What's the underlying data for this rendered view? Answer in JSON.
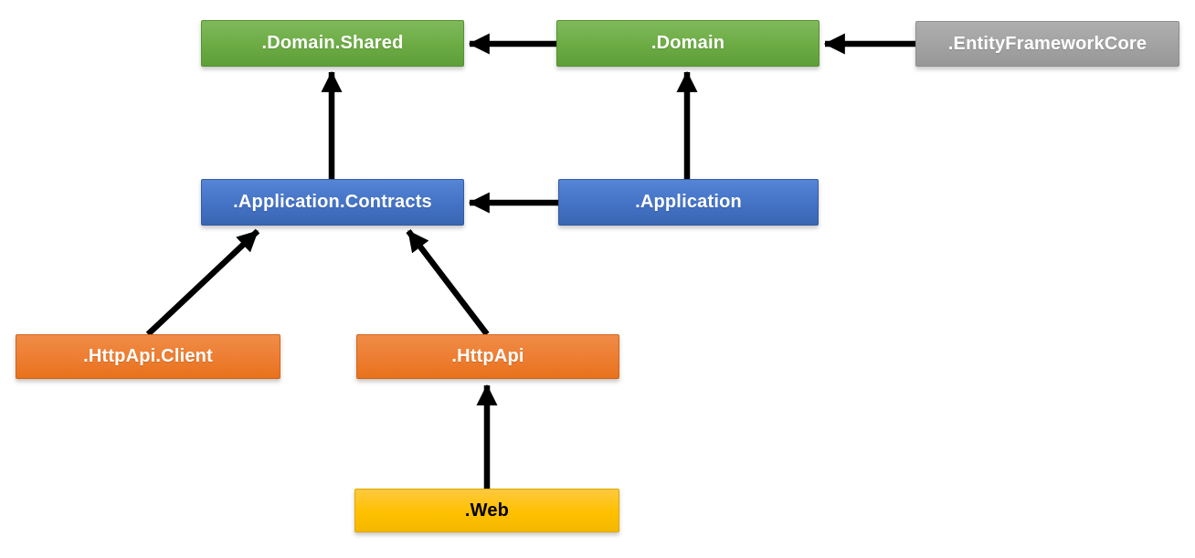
{
  "diagram": {
    "kind": "module-dependency-diagram",
    "nodes": [
      {
        "id": "domain-shared",
        "label": ".Domain.Shared",
        "color": "#6cab44",
        "text_color": "#ffffff"
      },
      {
        "id": "domain",
        "label": ".Domain",
        "color": "#6cab44",
        "text_color": "#ffffff"
      },
      {
        "id": "entity-framework-core",
        "label": ".EntityFrameworkCore",
        "color": "#a2a2a2",
        "text_color": "#ffffff"
      },
      {
        "id": "application-contracts",
        "label": ".Application.Contracts",
        "color": "#4472c4",
        "text_color": "#ffffff"
      },
      {
        "id": "application",
        "label": ".Application",
        "color": "#4472c4",
        "text_color": "#ffffff"
      },
      {
        "id": "httpapi-client",
        "label": ".HttpApi.Client",
        "color": "#ed7d31",
        "text_color": "#ffffff"
      },
      {
        "id": "httpapi",
        "label": ".HttpApi",
        "color": "#ed7d31",
        "text_color": "#ffffff"
      },
      {
        "id": "web",
        "label": ".Web",
        "color": "#ffc000",
        "text_color": "#000000"
      }
    ],
    "edges": [
      {
        "from": ".Domain",
        "to": ".Domain.Shared"
      },
      {
        "from": ".EntityFrameworkCore",
        "to": ".Domain"
      },
      {
        "from": ".Application.Contracts",
        "to": ".Domain.Shared"
      },
      {
        "from": ".Application",
        "to": ".Domain"
      },
      {
        "from": ".Application",
        "to": ".Application.Contracts"
      },
      {
        "from": ".HttpApi.Client",
        "to": ".Application.Contracts"
      },
      {
        "from": ".HttpApi",
        "to": ".Application.Contracts"
      },
      {
        "from": ".Web",
        "to": ".HttpApi"
      }
    ],
    "arrow_color": "#000000"
  }
}
